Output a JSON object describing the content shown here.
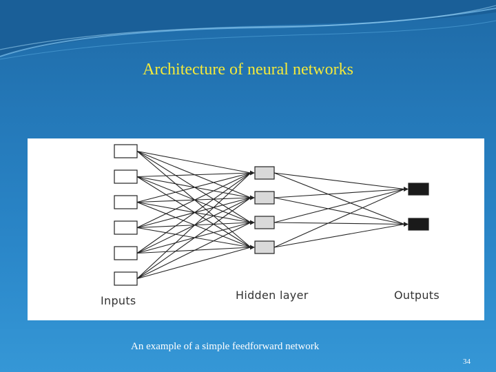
{
  "slide": {
    "title": "Architecture of neural networks",
    "caption": "An example of a simple feedforward network",
    "page_number": "34"
  },
  "diagram": {
    "labels": {
      "inputs": "Inputs",
      "hidden": "Hidden layer",
      "outputs": "Outputs"
    },
    "input_count": 6,
    "hidden_count": 4,
    "output_count": 2,
    "colors": {
      "title": "#f4ea3a",
      "input_fill": "#ffffff",
      "hidden_fill": "#d9d9d9",
      "output_fill": "#1a1a1a",
      "edge": "#222222"
    }
  }
}
